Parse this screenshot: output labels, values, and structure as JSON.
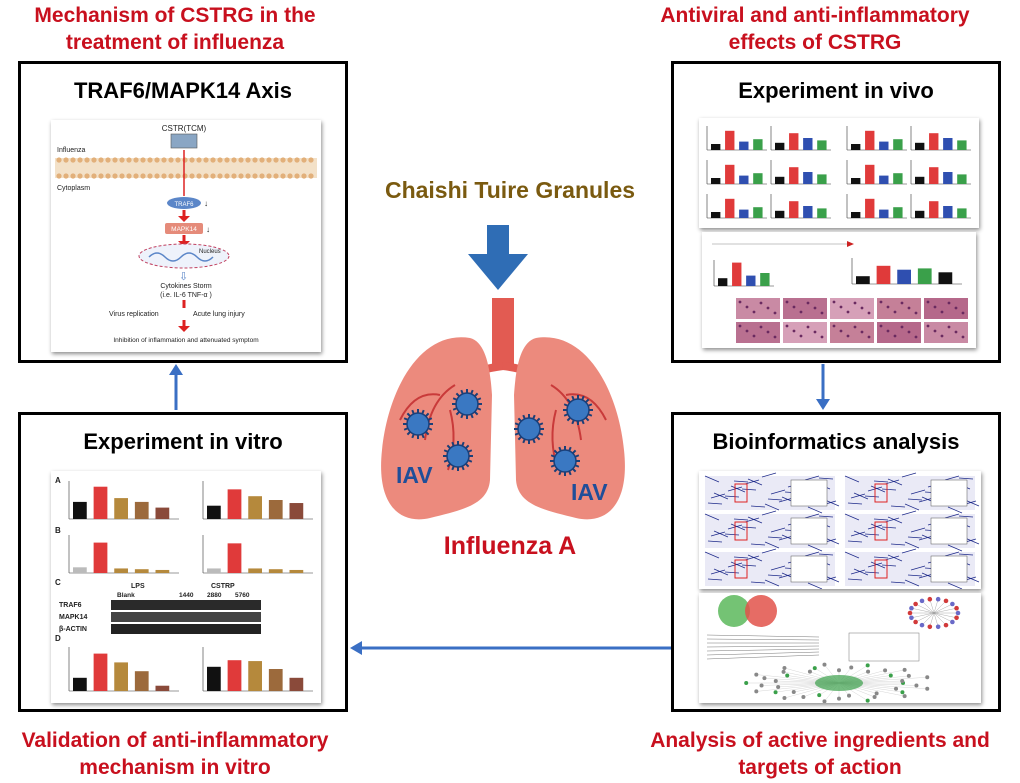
{
  "captions": {
    "top_left": [
      "Mechanism of CSTRG in the",
      "treatment of influenza"
    ],
    "top_right": [
      "Antiviral and anti-inflammatory",
      "effects of CSTRG"
    ],
    "bottom_left": [
      "Validation of anti-inflammatory",
      "mechanism in vitro"
    ],
    "bottom_right": [
      "Analysis of active ingredients and",
      "targets of action"
    ]
  },
  "panels": {
    "axis": {
      "title": "TRAF6/MAPK14 Axis",
      "pathway": {
        "drug": "CSTR(TCM)",
        "influenza": "Influenza",
        "cytoplasm": "Cytoplasm",
        "traf6": "TRAF6",
        "mapk14": "MAPK14",
        "nucleus": "Nucleus",
        "cytokines": "Cytokines Storm",
        "cytokines_detail": "(i.e. IL-6 TNF-α )",
        "virus_replication": "Virus replication",
        "lung_injury": "Acute lung injury",
        "outcome": "Inhibition of inflammation and attenuated symptom"
      }
    },
    "vivo": {
      "title": "Experiment in vivo"
    },
    "vitro": {
      "title": "Experiment in vitro",
      "blot": {
        "lps": "LPS",
        "cstrp": "CSTRP",
        "blank": "Blank",
        "doses": [
          "1440",
          "2880",
          "5760"
        ],
        "rows": [
          "TRAF6",
          "MAPK14",
          "β-ACTIN"
        ]
      },
      "section_letters": [
        "A",
        "B",
        "C",
        "D"
      ]
    },
    "bio": {
      "title": "Bioinformatics analysis"
    }
  },
  "center": {
    "title": "Chaishi Tuire Granules",
    "disease": "Influenza A",
    "virus_left": "IAV",
    "virus_right": "IAV"
  },
  "colors": {
    "caption": "#c8101e",
    "center_title": "#7a5a10",
    "arrow": "#3a6fc4",
    "lung": "#e8867a",
    "virus": "#2f6db5"
  }
}
